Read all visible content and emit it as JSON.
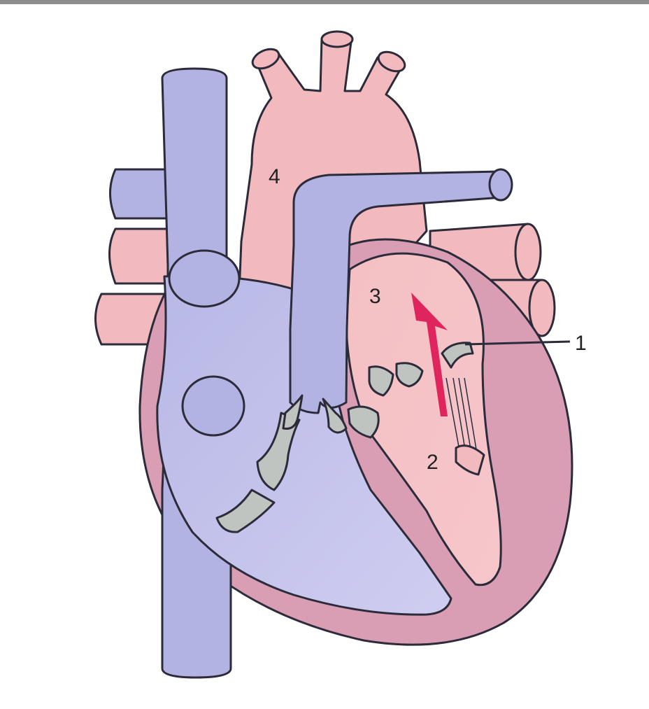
{
  "diagram": {
    "labels": {
      "one": "1",
      "two": "2",
      "three": "3",
      "four": "4"
    },
    "colors": {
      "deoxygenated_blue": "#b3b3e3",
      "oxygenated_pink": "#f2b9be",
      "wall_mauve": "#d99db4",
      "valve_gray": "#bfc4c0",
      "arrow_red": "#e0245e",
      "outline": "#2b2b3a"
    },
    "icons": [
      "heart-diagram",
      "flow-arrow-icon"
    ]
  }
}
